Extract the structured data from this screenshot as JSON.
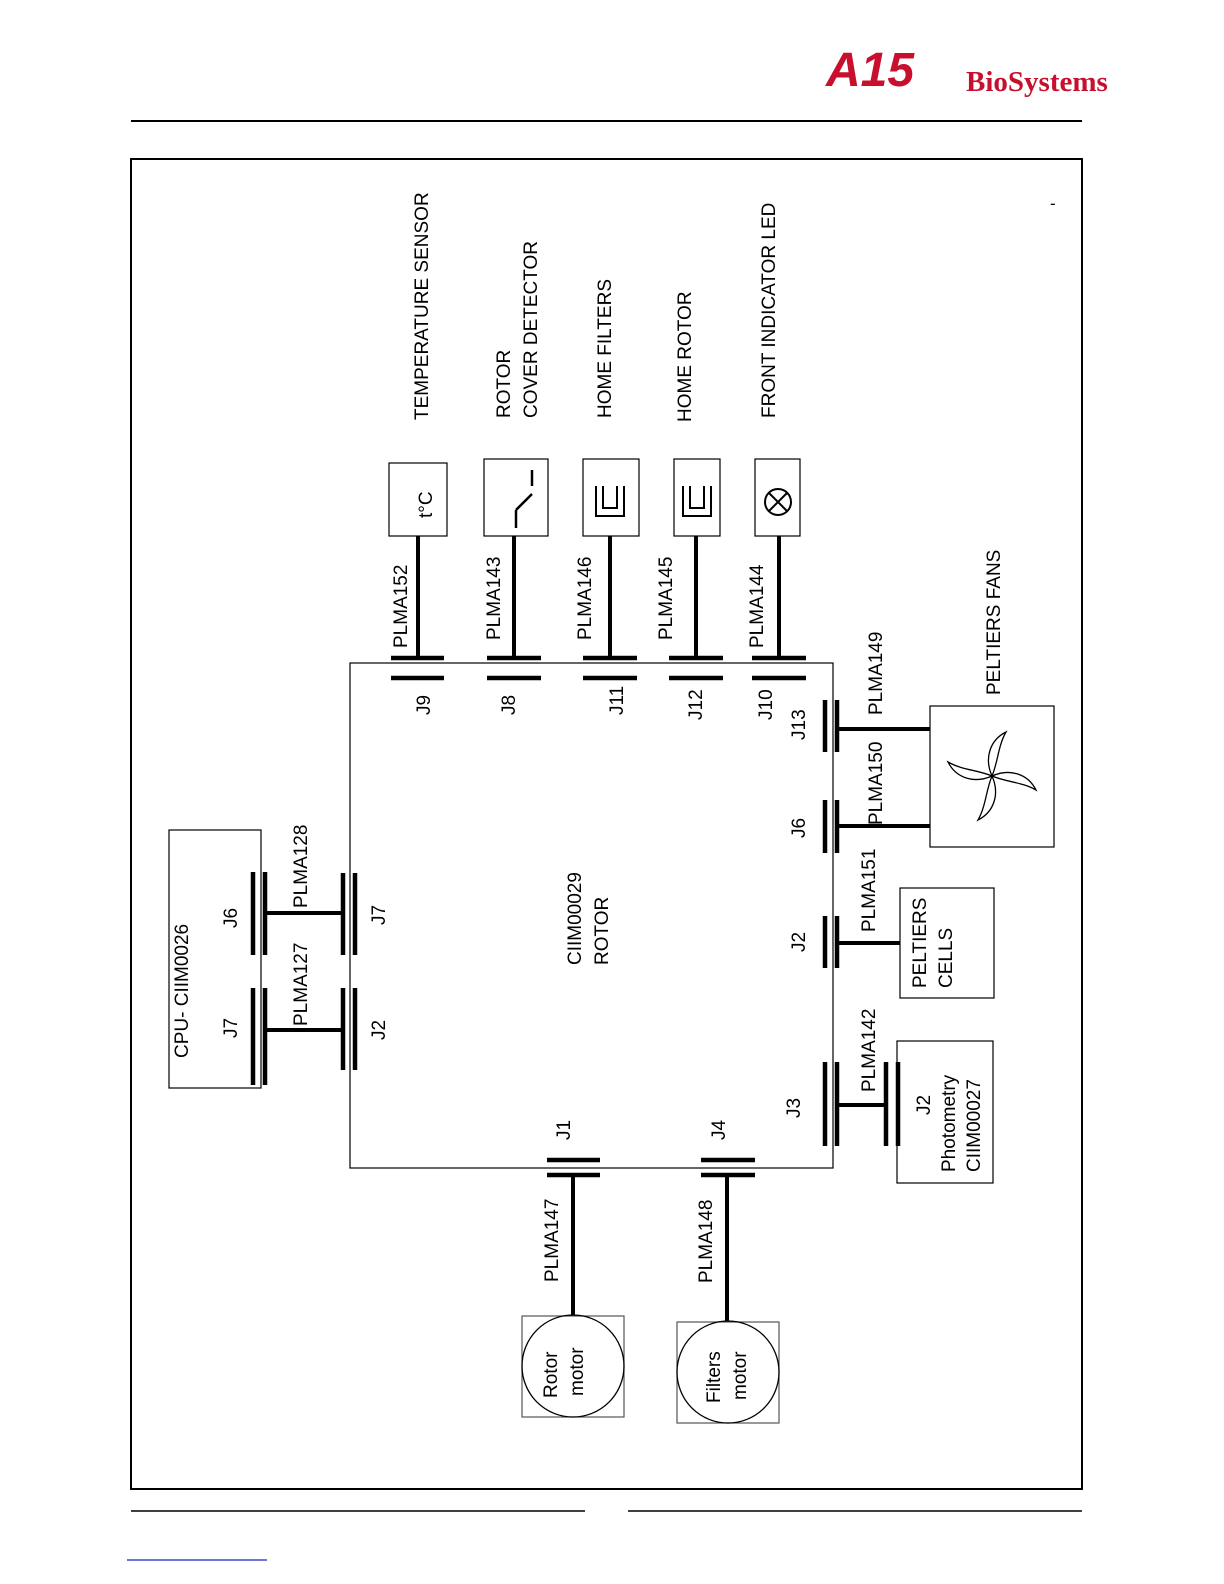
{
  "header": {
    "logo_text": "A15",
    "brand": "BioSystems",
    "brand_color": "#c8102e"
  },
  "diagram": {
    "main_board": {
      "code": "CIIM00029",
      "name": "ROTOR"
    },
    "cpu_board": {
      "label": "CPU- CIIM0026",
      "j7": "J7",
      "j6": "J6"
    },
    "cpu_cables": {
      "lower": "PLMA127",
      "upper": "PLMA128"
    },
    "rotor_conn": {
      "j2": "J2",
      "j7": "J7",
      "j1": "J1",
      "j4": "J4",
      "j9": "J9",
      "j8": "J8",
      "j11": "J11",
      "j12": "J12",
      "j10": "J10",
      "j13": "J13",
      "j6": "J6",
      "j2b": "J2",
      "j3": "J3"
    },
    "top_devices": {
      "temperature_sensor": {
        "label": "TEMPERATURE SENSOR",
        "symbol": "t°C",
        "cable": "PLMA152"
      },
      "rotor_cover": {
        "line1": "ROTOR",
        "line2": "COVER DETECTOR",
        "cable": "PLMA143"
      },
      "home_filters": {
        "label": "HOME FILTERS",
        "cable": "PLMA146"
      },
      "home_rotor": {
        "label": "HOME ROTOR",
        "cable": "PLMA145"
      },
      "front_led": {
        "label": "FRONT INDICATOR LED",
        "symbol": "⊗",
        "cable": "PLMA144"
      }
    },
    "peltiers_fans": {
      "label": "PELTIERS FANS",
      "cable_a": "PLMA149",
      "cable_b": "PLMA150"
    },
    "peltiers_cells": {
      "line1": "PELTIERS",
      "line2": "CELLS",
      "cable": "PLMA151"
    },
    "photometry": {
      "conn": "J2",
      "line1": "Photometry",
      "line2": "CIIM00027",
      "cable": "PLMA142"
    },
    "rotor_motor": {
      "line1": "Rotor",
      "line2": "motor",
      "cable": "PLMA147"
    },
    "filters_motor": {
      "line1": "Filters",
      "line2": "motor",
      "cable": "PLMA148"
    },
    "corner_mark": "-"
  }
}
